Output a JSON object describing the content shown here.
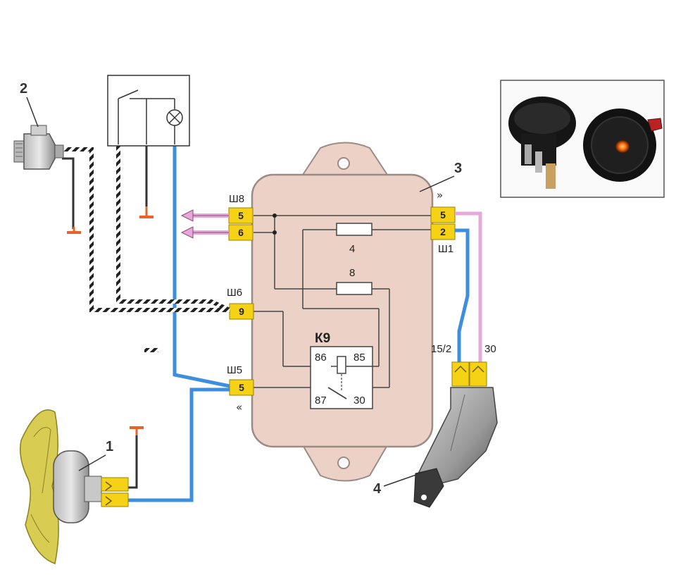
{
  "callouts": {
    "fan_motor": "1",
    "temp_sensor": "2",
    "control_unit": "3",
    "ignition_switch": "4"
  },
  "connectors": {
    "sh8": {
      "name": "Ш8",
      "pin_a": "5",
      "pin_b": "6"
    },
    "sh1": {
      "name": "Ш1",
      "pin_a": "5",
      "pin_b": "2"
    },
    "sh6": {
      "name": "Ш6",
      "pin": "9"
    },
    "sh5": {
      "name": "Ш5",
      "pin": "5"
    }
  },
  "fuses": {
    "fuse_a": "4",
    "fuse_b": "8"
  },
  "relay": {
    "name": "К9",
    "pin_86": "86",
    "pin_85": "85",
    "pin_87": "87",
    "pin_30": "30"
  },
  "ignition_terminals": {
    "left": "15/2",
    "right": "30"
  },
  "colors": {
    "unit_fill": "#ecd1c6",
    "unit_stroke": "#9c8a84",
    "connector_yellow": "#f5d216",
    "wire_blue": "#3c8ede",
    "wire_pink": "#e6a8d8",
    "ground_orange": "#e8622a",
    "fan_yellow": "#d8cd52"
  },
  "photo": {
    "description_icon": "round-rocker-switch-photo",
    "led_color": "#ff6a10"
  }
}
